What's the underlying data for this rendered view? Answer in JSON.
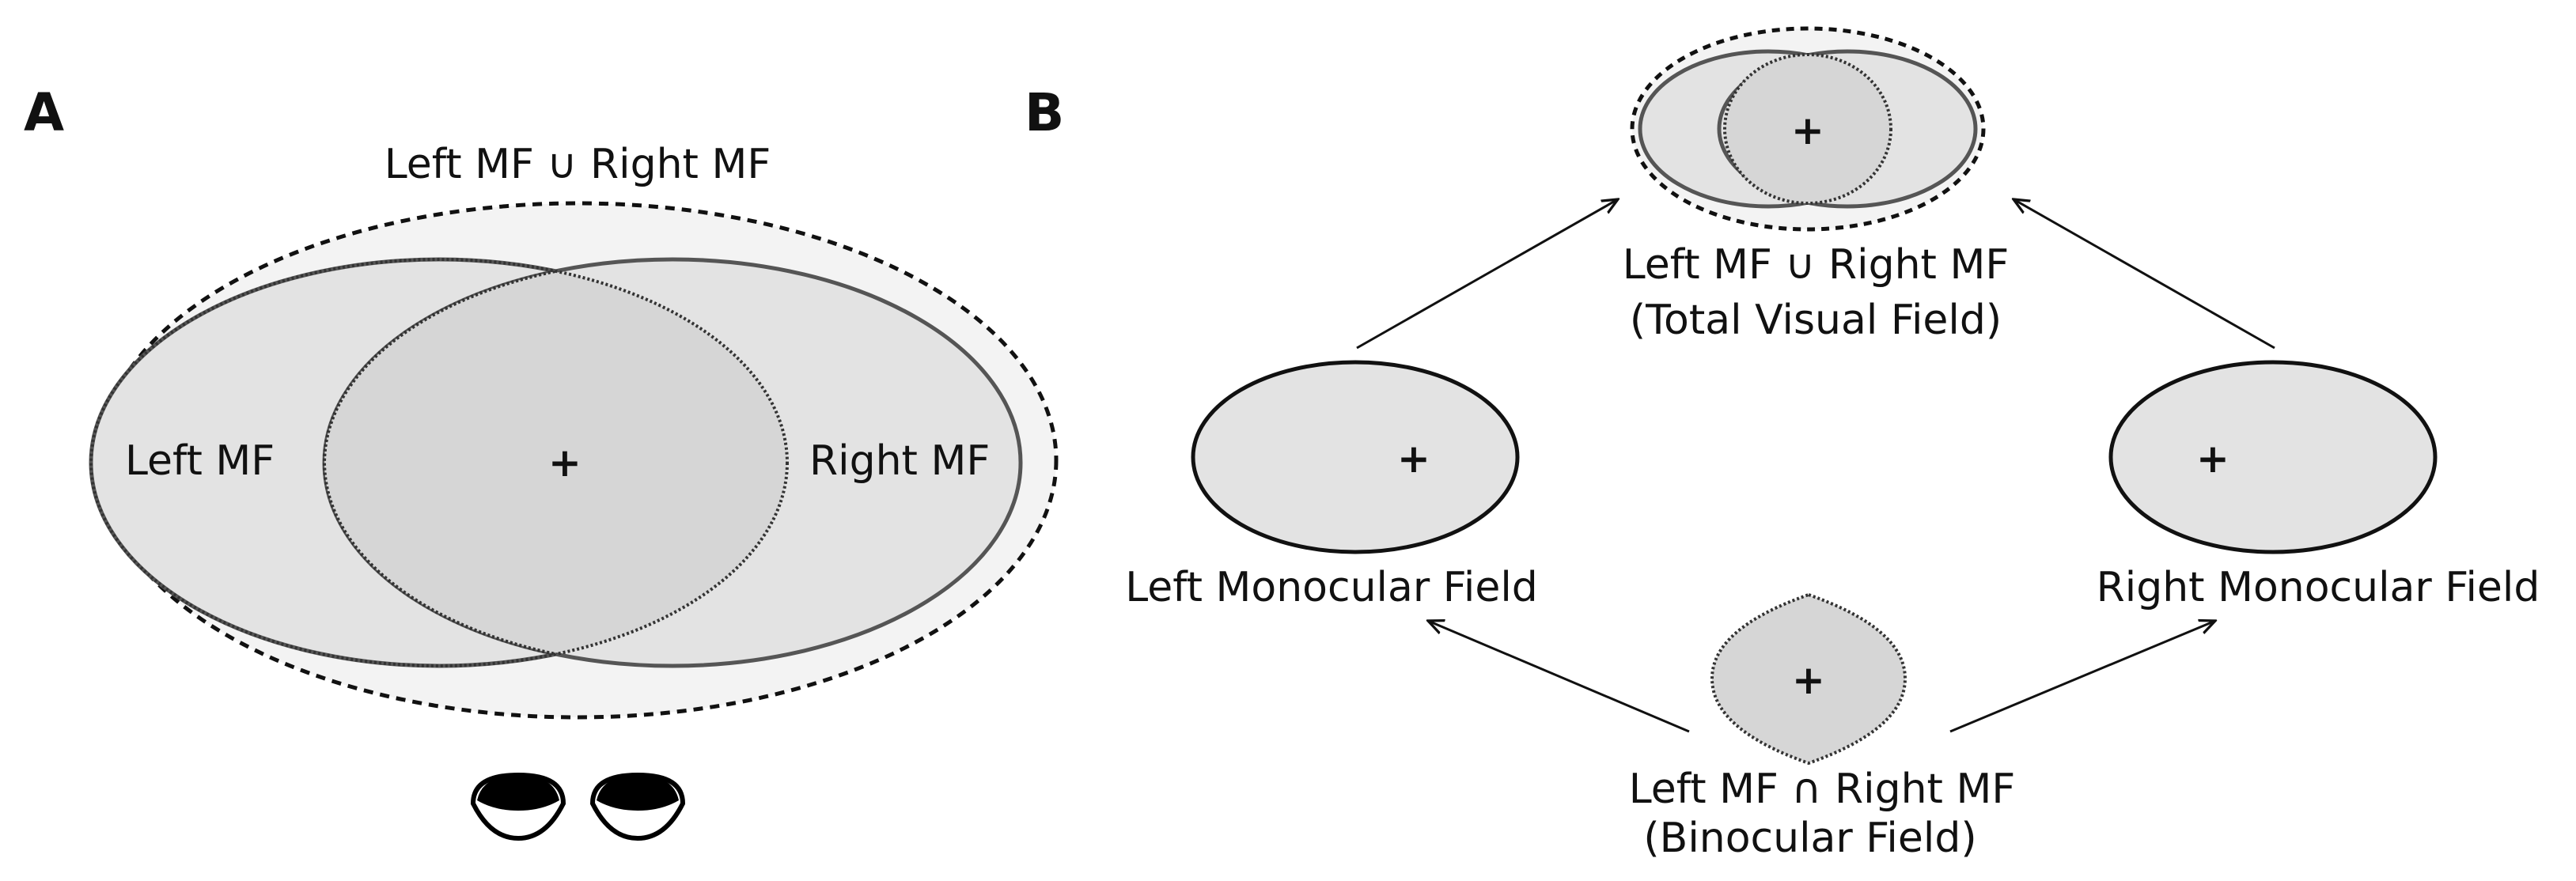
{
  "panel_a": {
    "letter": "A",
    "union_label": "Left MF ∪ Right MF",
    "left_label": "Left MF",
    "right_label": "Right MF",
    "fixation": "+"
  },
  "panel_b": {
    "letter": "B",
    "union_label": "Left MF ∪ Right MF",
    "union_caption": "(Total Visual Field)",
    "left_label": "Left Monocular Field",
    "right_label": "Right Monocular Field",
    "intersection_label": "Left MF ∩ Right MF",
    "intersection_caption": "(Binocular Field)",
    "fixation": "+"
  },
  "colors": {
    "outer_fill": "#f3f3f3",
    "field_fill": "#e3e3e3",
    "overlap_fill": "#d6d6d6",
    "stroke": "#555555",
    "dashed": "#111111"
  },
  "icons": [
    "eye-icon-left",
    "eye-icon-right",
    "arrow-icon"
  ]
}
